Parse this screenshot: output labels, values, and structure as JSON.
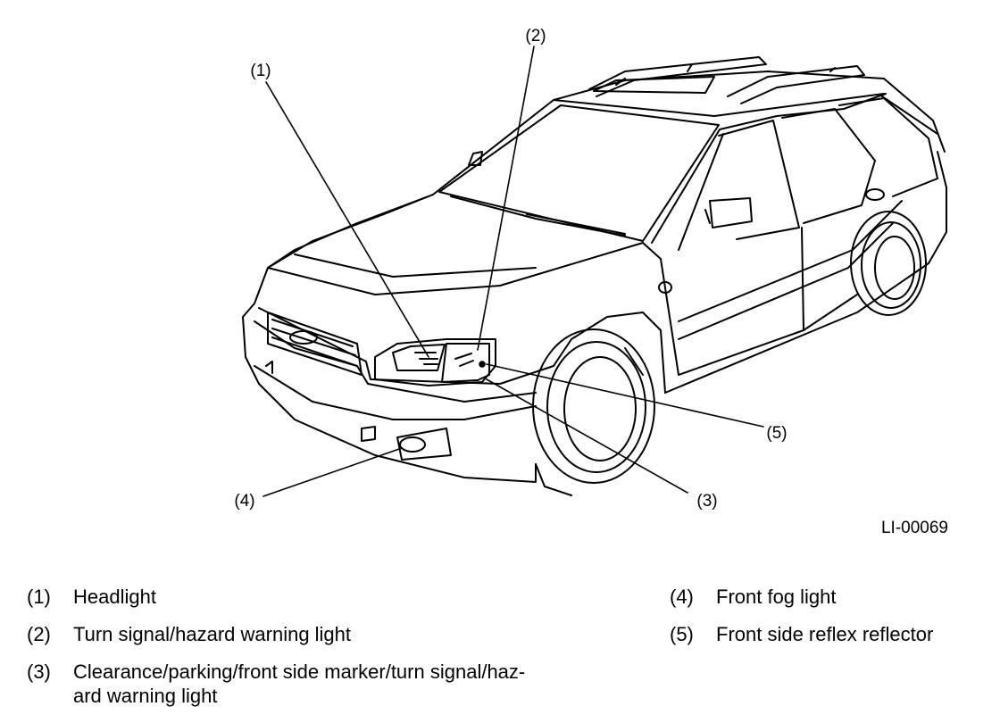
{
  "callouts": {
    "c1": "(1)",
    "c2": "(2)",
    "c3": "(3)",
    "c4": "(4)",
    "c5": "(5)"
  },
  "figure_id": "LI-00069",
  "legend": [
    {
      "num": "(1)",
      "text": "Headlight"
    },
    {
      "num": "(2)",
      "text": "Turn signal/hazard warning light"
    },
    {
      "num": "(3)",
      "text": "Clearance/parking/front side marker/turn signal/haz-",
      "text2": "ard warning light"
    },
    {
      "num": "(4)",
      "text": "Front fog light"
    },
    {
      "num": "(5)",
      "text": "Front side reflex reflector"
    }
  ]
}
